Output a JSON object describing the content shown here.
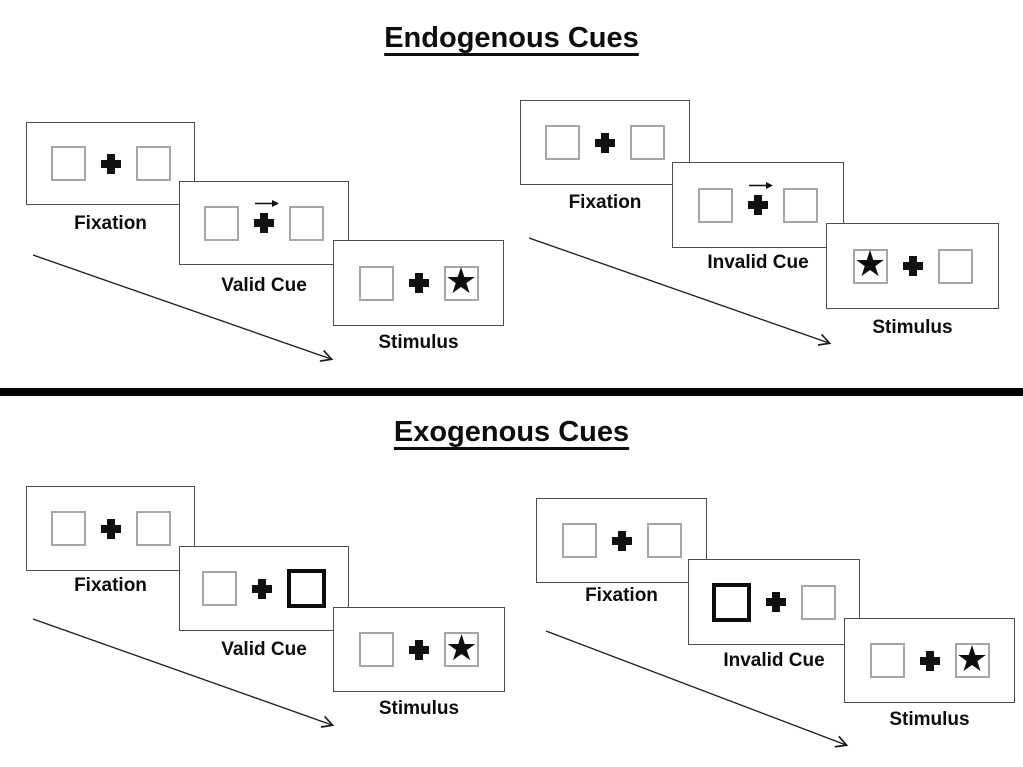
{
  "colors": {
    "ink": "#000000",
    "panel_border": "#4d4d4d",
    "box_border": "#a6a6a6",
    "cue_box_border": "#0d0d0d",
    "background": "#ffffff"
  },
  "icons": {
    "star": "★",
    "fixation_cross": "+",
    "cue_arrow_direction": "right"
  },
  "sections": [
    {
      "title": "Endogenous Cues",
      "groups": [
        {
          "name": "valid-trial",
          "panels": [
            {
              "label": "Fixation",
              "content": "two empty boxes with central cross"
            },
            {
              "label": "Valid Cue",
              "content": "right-pointing arrow above central cross"
            },
            {
              "label": "Stimulus",
              "content": "star in right box"
            }
          ]
        },
        {
          "name": "invalid-trial",
          "panels": [
            {
              "label": "Fixation",
              "content": "two empty boxes with central cross"
            },
            {
              "label": "Invalid Cue",
              "content": "right-pointing arrow above central cross"
            },
            {
              "label": "Stimulus",
              "content": "star in left box"
            }
          ]
        }
      ]
    },
    {
      "title": "Exogenous Cues",
      "groups": [
        {
          "name": "valid-trial",
          "panels": [
            {
              "label": "Fixation",
              "content": "two empty boxes with central cross"
            },
            {
              "label": "Valid Cue",
              "content": "thick black right box"
            },
            {
              "label": "Stimulus",
              "content": "star in right box"
            }
          ]
        },
        {
          "name": "invalid-trial",
          "panels": [
            {
              "label": "Fixation",
              "content": "two empty boxes with central cross"
            },
            {
              "label": "Invalid Cue",
              "content": "thick black left box"
            },
            {
              "label": "Stimulus",
              "content": "star in right box"
            }
          ]
        }
      ]
    }
  ]
}
